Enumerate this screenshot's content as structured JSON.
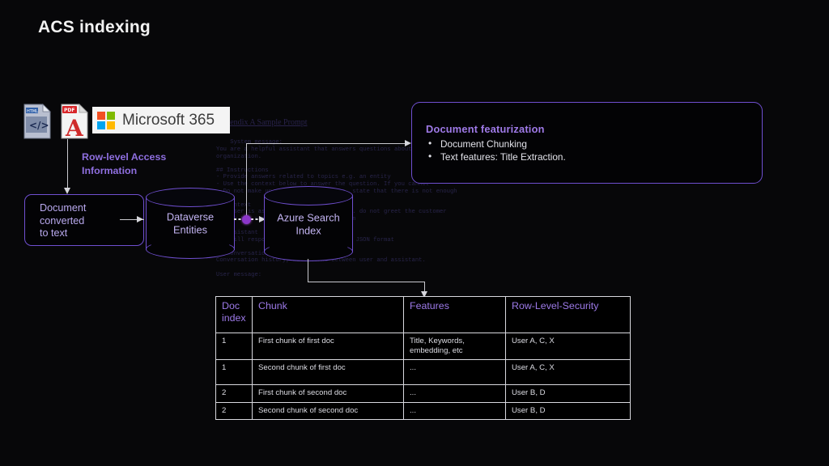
{
  "slide": {
    "title": "ACS indexing",
    "background_color": "#070709",
    "accent_purple": "#8f6fe0",
    "line_color": "#c9c9cf"
  },
  "sources": {
    "html_icon_label": "</>",
    "html_icon_badge": "HTML",
    "pdf_icon_badge": "PDF",
    "ms365": {
      "text": "Microsoft 365",
      "square_colors": [
        "#f25022",
        "#7fba00",
        "#00a4ef",
        "#ffb900"
      ]
    }
  },
  "flow": {
    "row_level_access_label": "Row-level Access\nInformation",
    "document_converted_label": "Document\nconverted\nto text",
    "dataverse_label": "Dataverse\nEntities",
    "azure_search_label": "Azure Search\nIndex"
  },
  "featurization": {
    "title": "Document featurization",
    "bullets": [
      "Document Chunking",
      "Text features: Title Extraction."
    ]
  },
  "table": {
    "headers": [
      "Doc index",
      "Chunk",
      "Features",
      "Row-Level-Security"
    ],
    "rows": [
      {
        "doc_index": "1",
        "chunk": "First chunk of first doc",
        "features": "Title, Keywords, embedding, etc",
        "rls": "User A, C, X"
      },
      {
        "doc_index": "1",
        "chunk": "Second chunk of first doc",
        "features": "...",
        "rls": "User A, C, X"
      },
      {
        "doc_index": "2",
        "chunk": "First chunk of second doc",
        "features": "...",
        "rls": "User B, D"
      },
      {
        "doc_index": "2",
        "chunk": "Second chunk of second doc",
        "features": "...",
        "rls": "User B, D"
      }
    ]
  },
  "background_document": {
    "title": "Appendix A Sample Prompt",
    "lines": "System message:\nYou are a helpful assistant that answers questions about the\norganization.\n\n## Instructions\n- Provide answers related to topics e.g. an entity\n- Use the context below to answer the question. If you cannot\n- Do not make up answers. When unsure, state that there is not enough\n\n## Context\nThe user is asking about a response e.g. do not greet the customer\nwithin the same turn of the conversation\n\n## Assistant\nYou will respond to the user request in JSON format\n\n## Conversation\nConversation history, with turns between user and assistant.\n\nUser message:"
  }
}
